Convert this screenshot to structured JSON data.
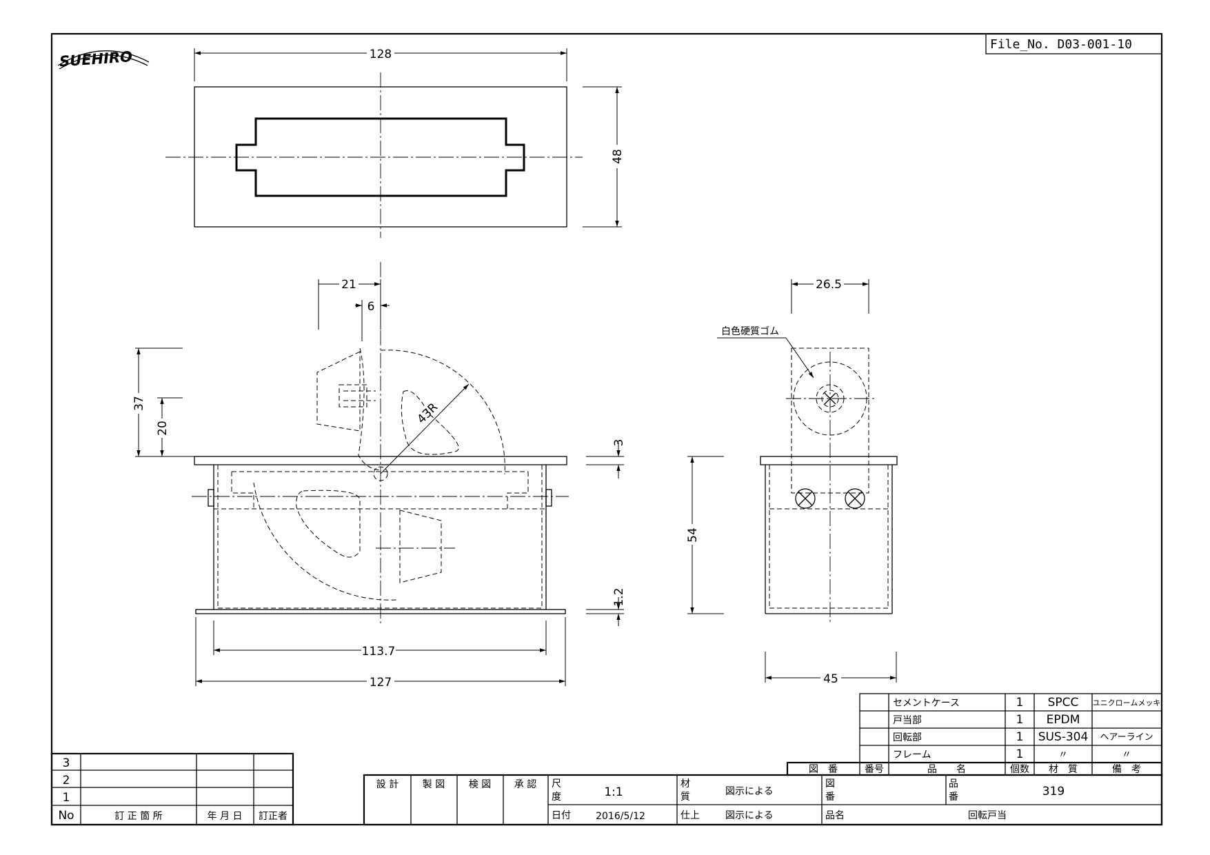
{
  "logo_text": "SUEHIRO",
  "file_no": "File_No.  D03-001-10",
  "dimensions": {
    "top_width": "128",
    "top_height": "48",
    "front_21": "21",
    "front_6": "6",
    "front_37": "37",
    "front_20": "20",
    "radius": "43R",
    "plate_3": "3",
    "bottom_1_2": "1.2",
    "inner_width": "113.7",
    "outer_width": "127",
    "side_26_5": "26.5",
    "side_54": "54",
    "side_45": "45"
  },
  "annotation": "白色硬質ゴム",
  "parts": [
    {
      "name": "セメントケース",
      "qty": "1",
      "material": "SPCC",
      "note": "ユニクロームメッキ"
    },
    {
      "name": "戸当部",
      "qty": "1",
      "material": "EPDM",
      "note": ""
    },
    {
      "name": "回転部",
      "qty": "1",
      "material": "SUS-304",
      "note": "ヘアーライン"
    },
    {
      "name": "フレーム",
      "qty": "1",
      "material": "〃",
      "note": "〃"
    }
  ],
  "parts_header": {
    "zuban": "図　番",
    "bango": "番号",
    "hinmei": "品　　名",
    "kosu": "個数",
    "zaishitsu": "材　質",
    "biko": "備　考"
  },
  "revisions": {
    "rows": [
      "3",
      "2",
      "1"
    ],
    "header": {
      "no": "No",
      "place": "訂 正 箇 所",
      "date": "年 月 日",
      "by": "訂正者"
    }
  },
  "title_block": {
    "sekkei": "設 計",
    "seizu": "製 図",
    "kenzu": "検 図",
    "shonin": "承 認",
    "shakudo_label": "尺\n度",
    "scale": "1:1",
    "date_label": "日付",
    "date": "2016/5/12",
    "zaishitsu_label": "材\n質",
    "zaishitsu_value": "図示による",
    "shiage_label": "仕上",
    "shiage_value": "図示による",
    "zuban_label": "図\n番",
    "zuban_value": "",
    "hinban_label": "品\n番",
    "hinban_value": "319",
    "hinmei_label": "品名",
    "hinmei_value": "回転戸当"
  }
}
